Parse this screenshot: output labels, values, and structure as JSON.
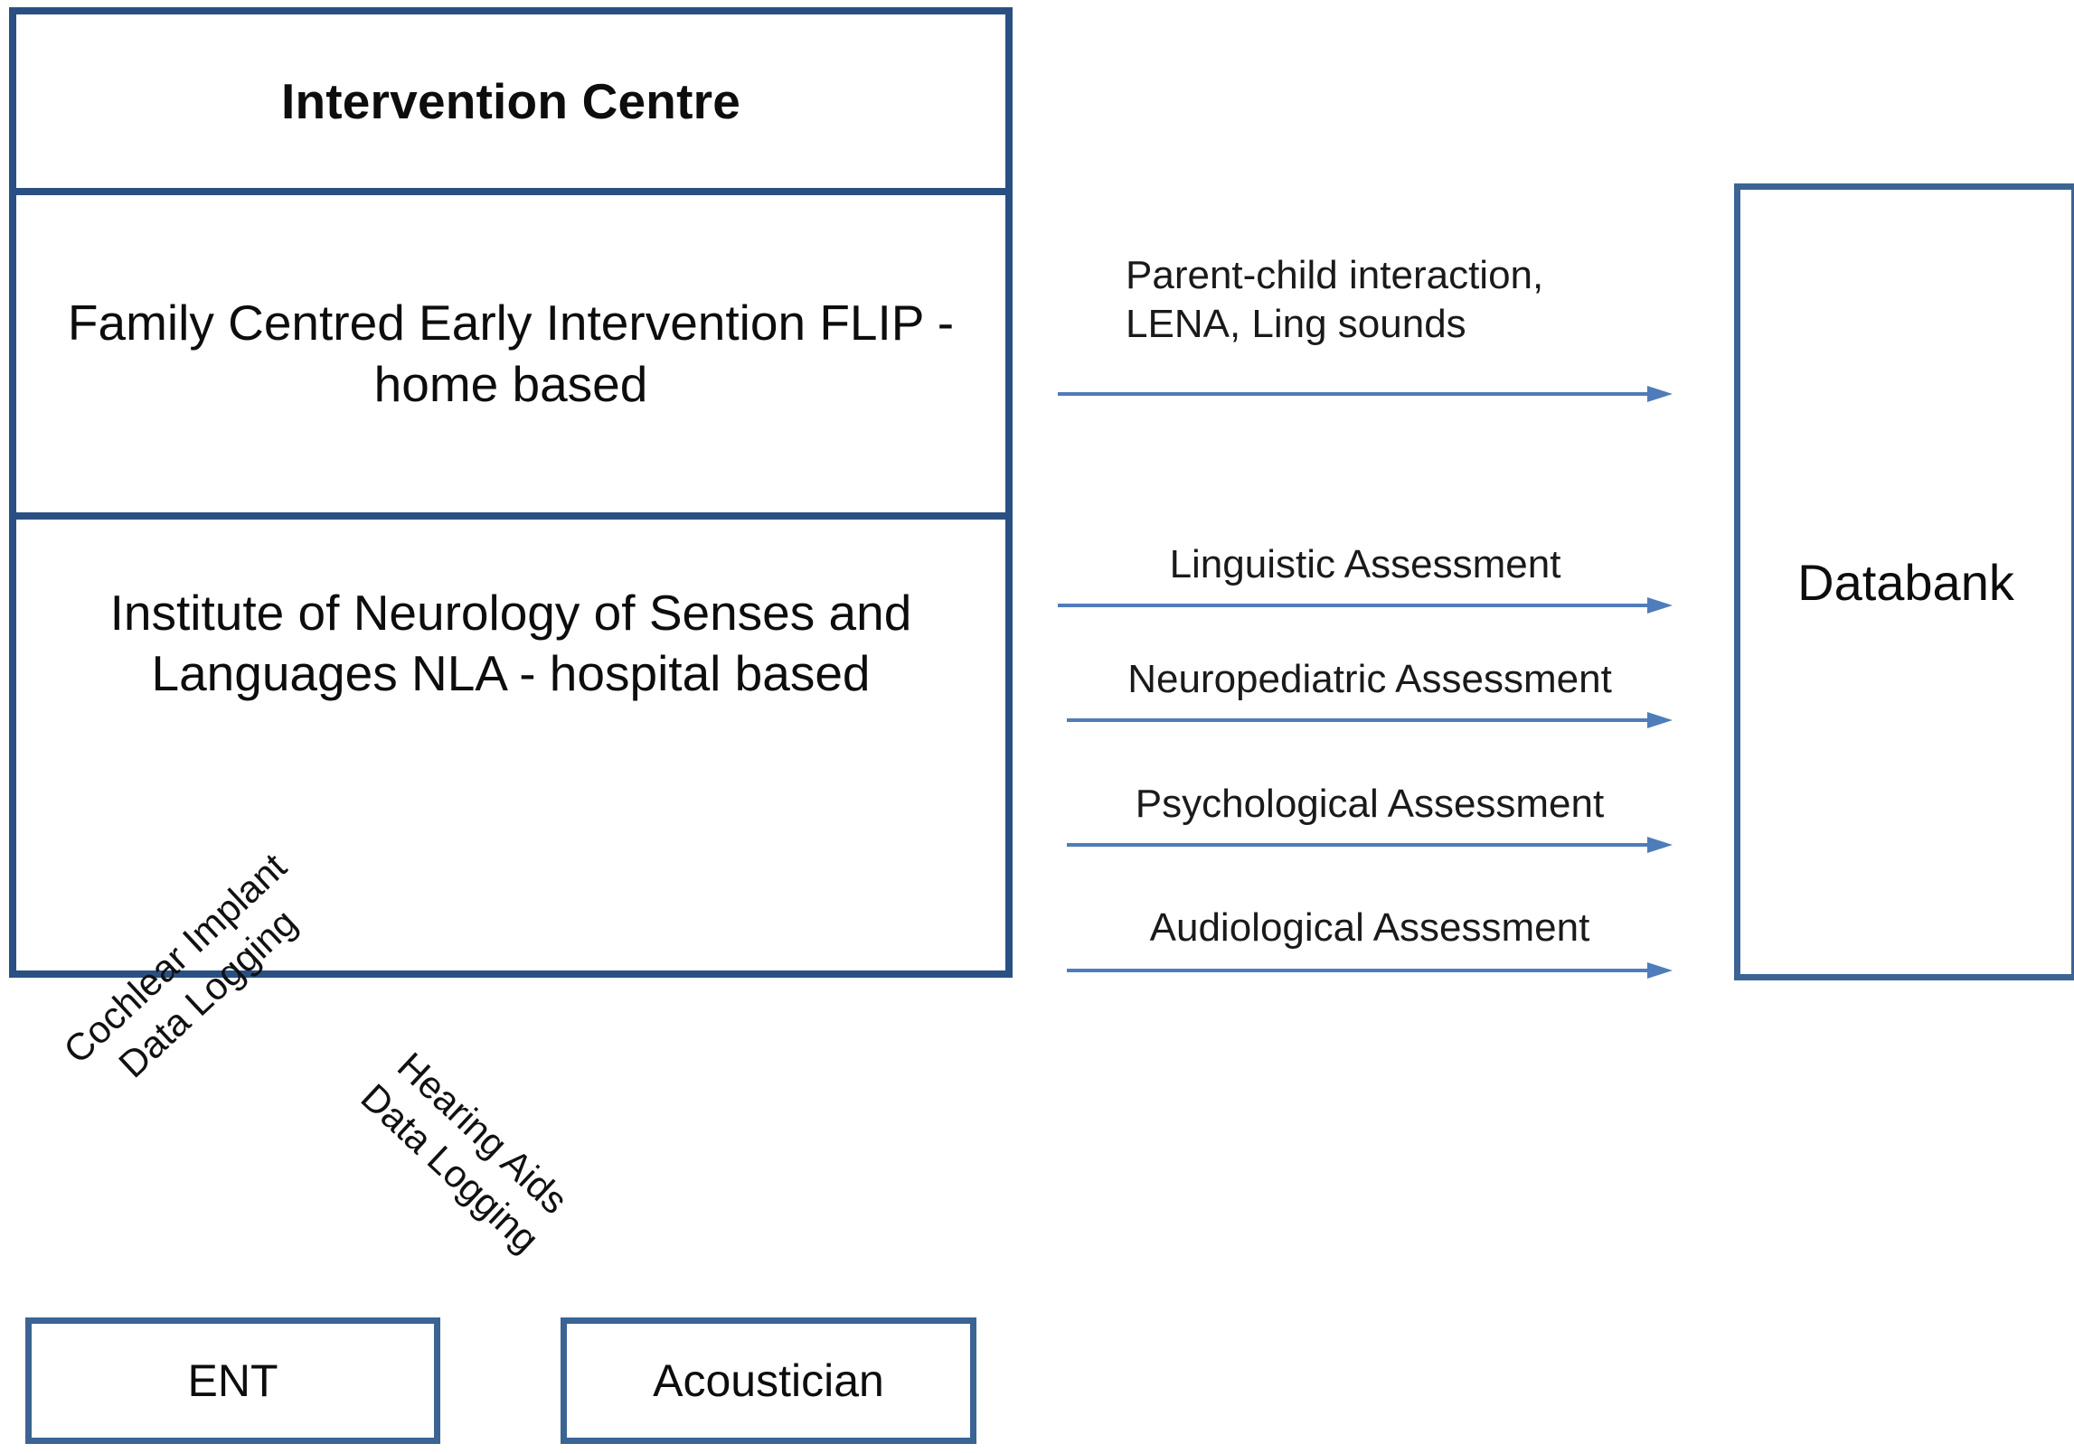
{
  "colors": {
    "box_border_dark": "#2A5083",
    "box_border_light": "#3B6494",
    "arrow_blue": "#4F7CBA",
    "text": "#0d0d0d",
    "background": "#ffffff"
  },
  "centre": {
    "title": "Intervention Centre",
    "flip": "Family Centred Early Intervention\nFLIP - home based",
    "nla": "Institute of Neurology of Senses\nand Languages\nNLA - hospital based"
  },
  "databank": {
    "label": "Databank"
  },
  "flows": [
    {
      "label": "Parent-child interaction,\nLENA, Ling sounds"
    },
    {
      "label": "Linguistic Assessment"
    },
    {
      "label": "Neuropediatric Assessment"
    },
    {
      "label": "Psychological Assessment"
    },
    {
      "label": "Audiological Assessment"
    }
  ],
  "data_logging": [
    {
      "label": "Cochlear Implant\nData Logging"
    },
    {
      "label": "Hearing Aids\nData Logging"
    }
  ],
  "sources": [
    {
      "label": "ENT"
    },
    {
      "label": "Acoustician"
    }
  ]
}
